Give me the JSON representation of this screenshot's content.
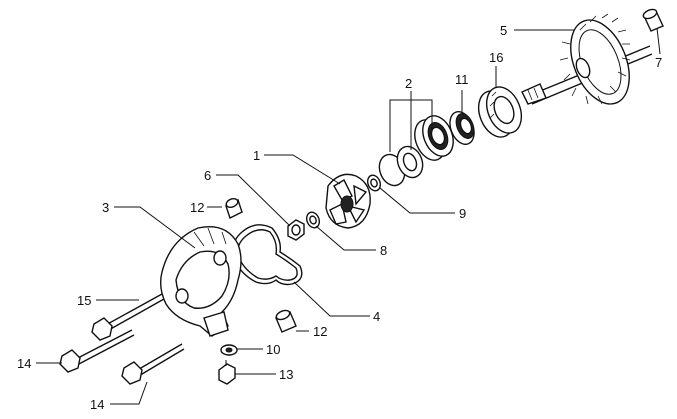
{
  "diagram": {
    "callouts": [
      {
        "id": "c1",
        "text": "1"
      },
      {
        "id": "c2",
        "text": "2"
      },
      {
        "id": "c3",
        "text": "3"
      },
      {
        "id": "c4",
        "text": "4"
      },
      {
        "id": "c5",
        "text": "5"
      },
      {
        "id": "c6",
        "text": "6"
      },
      {
        "id": "c7",
        "text": "7"
      },
      {
        "id": "c8",
        "text": "8"
      },
      {
        "id": "c9",
        "text": "9"
      },
      {
        "id": "c10",
        "text": "10"
      },
      {
        "id": "c11",
        "text": "11"
      },
      {
        "id": "c12a",
        "text": "12"
      },
      {
        "id": "c12b",
        "text": "12"
      },
      {
        "id": "c13",
        "text": "13"
      },
      {
        "id": "c14a",
        "text": "14"
      },
      {
        "id": "c14b",
        "text": "14"
      },
      {
        "id": "c15",
        "text": "15"
      },
      {
        "id": "c16",
        "text": "16"
      }
    ]
  }
}
